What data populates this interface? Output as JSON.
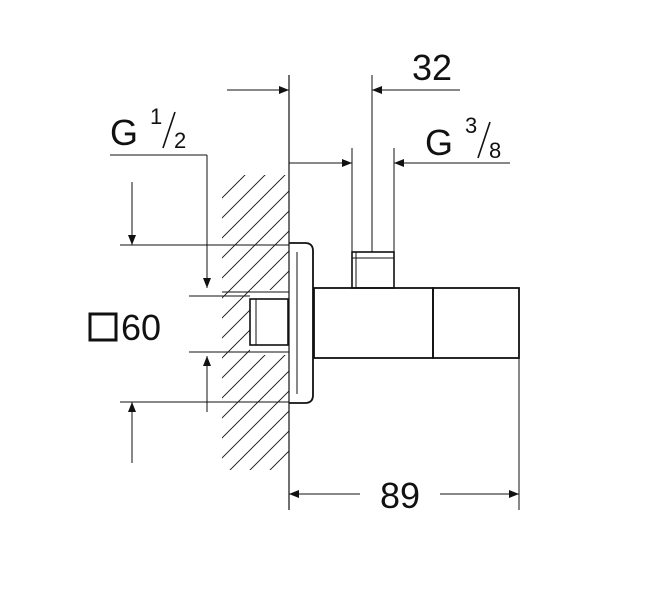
{
  "drawing": {
    "stroke_color": "#111111",
    "background": "#ffffff",
    "labels": {
      "top_width": "32",
      "inlet_thread_g": "G",
      "inlet_thread_num": "1",
      "inlet_thread_den": "2",
      "outlet_thread_g": "G",
      "outlet_thread_num": "3",
      "outlet_thread_den": "8",
      "rosette_size": "60",
      "total_length": "89"
    },
    "icons": {
      "rosette_shape": "square-icon"
    }
  }
}
